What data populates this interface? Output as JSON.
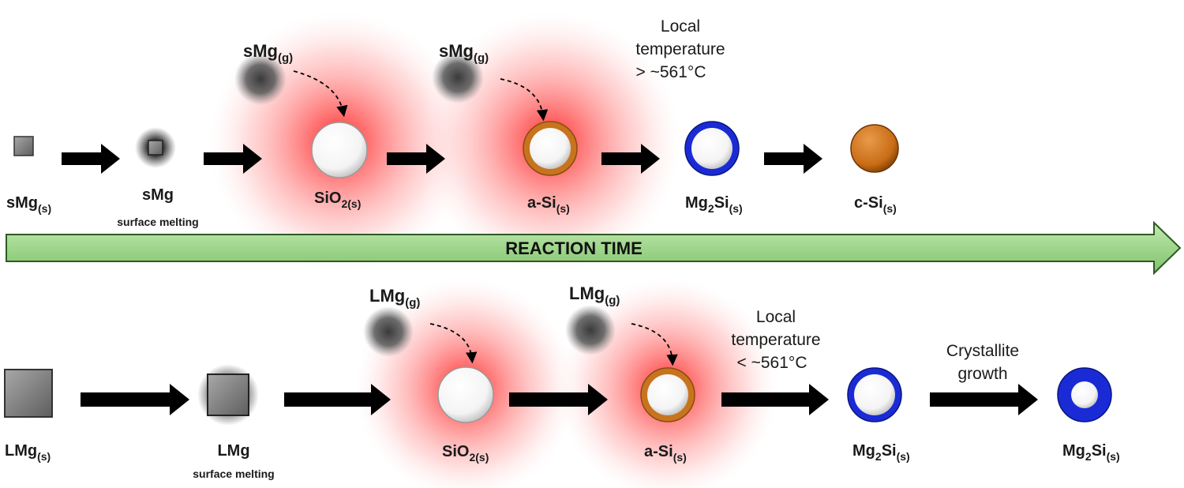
{
  "banner": {
    "label": "REACTION TIME"
  },
  "top_row": {
    "particle_label_base": "sMg",
    "particle_label_sub": "(s)",
    "melt_label": "sMg",
    "melt_caption": "surface melting",
    "gas1_base": "sMg",
    "gas1_sub": "(g)",
    "sio2_base": "SiO",
    "sio2_sub": "2(s)",
    "gas2_base": "sMg",
    "gas2_sub": "(g)",
    "asi_base": "a-Si",
    "asi_sub": "(s)",
    "temp_line1": "Local",
    "temp_line2": "temperature",
    "temp_line3": "> ~561°C",
    "mg2si_a": "Mg",
    "mg2si_b": "2",
    "mg2si_c": "Si",
    "mg2si_sub": "(s)",
    "csi_base": "c-Si",
    "csi_sub": "(s)"
  },
  "bottom_row": {
    "particle_label_base": "LMg",
    "particle_label_sub": "(s)",
    "melt_label": "LMg",
    "melt_caption": "surface melting",
    "gas1_base": "LMg",
    "gas1_sub": "(g)",
    "sio2_base": "SiO",
    "sio2_sub": "2(s)",
    "gas2_base": "LMg",
    "gas2_sub": "(g)",
    "asi_base": "a-Si",
    "asi_sub": "(s)",
    "temp_line1": "Local",
    "temp_line2": "temperature",
    "temp_line3": "< ~561°C",
    "growth_line1": "Crystallite",
    "growth_line2": "growth",
    "mg2si1_a": "Mg",
    "mg2si1_b": "2",
    "mg2si1_c": "Si",
    "mg2si1_sub": "(s)",
    "mg2si2_a": "Mg",
    "mg2si2_b": "2",
    "mg2si2_c": "Si",
    "mg2si2_sub": "(s)"
  },
  "colors": {
    "banner_fill": "#9fd68c",
    "banner_stroke": "#2e5a22",
    "arrow": "#000000",
    "heat_glow": "#ff2a2a",
    "mg_particle": "#7d7d7d",
    "asi_shell": "#c8741e",
    "mg2si_shell": "#1a2bd6",
    "csi_fill": "#c96d16"
  }
}
